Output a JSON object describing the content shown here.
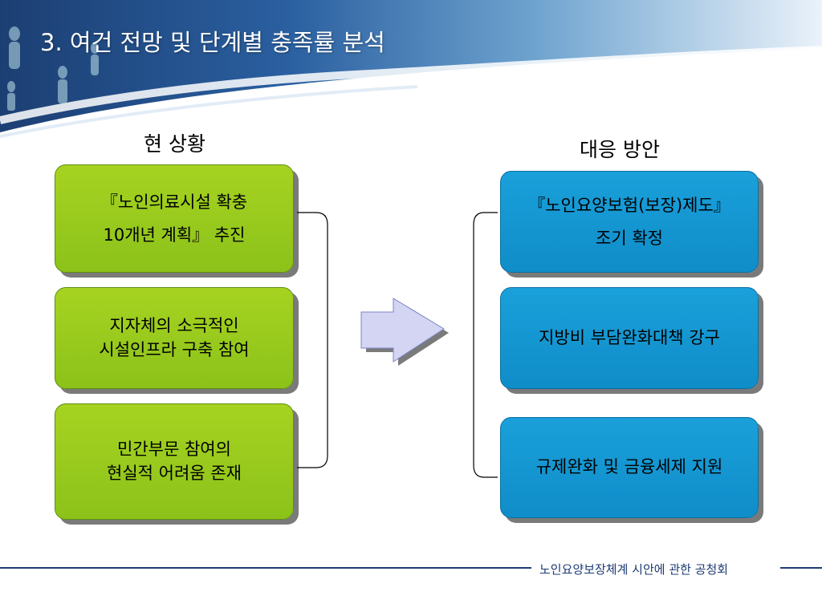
{
  "slide": {
    "title": "3. 여건 전망 및 단계별 충족률 분석"
  },
  "left": {
    "heading": "현 상황",
    "boxes": [
      {
        "lines": [
          "『노인의료시설 확충",
          "10개년 계획』 추진"
        ]
      },
      {
        "lines": [
          "지자체의 소극적인",
          "시설인프라 구축 참여"
        ]
      },
      {
        "lines": [
          "민간부문 참여의",
          "현실적 어려움 존재"
        ]
      }
    ]
  },
  "right": {
    "heading": "대응 방안",
    "boxes": [
      {
        "lines": [
          "『노인요양보험(보장)제도』",
          "조기 확정"
        ]
      },
      {
        "lines": [
          "지방비 부담완화대책 강구"
        ]
      },
      {
        "lines": [
          "규제완화 및 금융세제 지원"
        ]
      }
    ]
  },
  "footer": {
    "text": "노인요양보장체계 시안에 관한 공청회"
  },
  "colors": {
    "green_box": "#95c91d",
    "blue_box": "#1497d3",
    "arrow_fill": "#d4d4f3",
    "footer_rule": "#1e3b73"
  }
}
